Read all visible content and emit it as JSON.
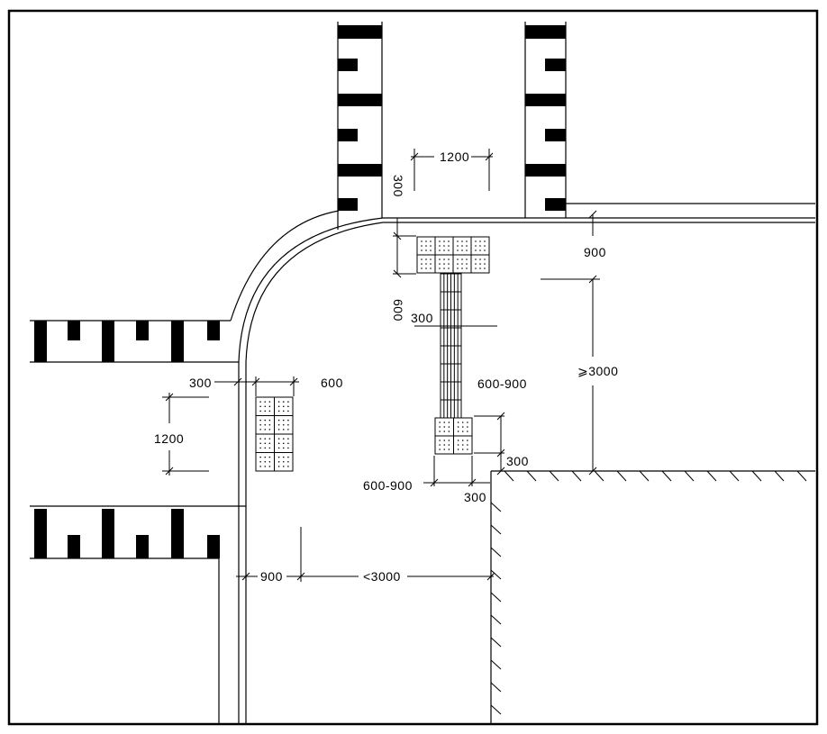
{
  "dimensions": {
    "top_spacing": "1200",
    "top_tile_depth": "300",
    "tile_to_curb": "600",
    "strip_width": "300",
    "right_offset": "900",
    "min_distance": "⩾3000",
    "end_tile_size": "600-900",
    "end_offset": "300",
    "bottom_tile_size": "600-900",
    "bottom_offset": "300",
    "left_offset": "300",
    "left_tile_to_curb": "600",
    "left_spacing": "1200",
    "bottom_left_offset": "900",
    "bottom_distance": "<3000"
  }
}
